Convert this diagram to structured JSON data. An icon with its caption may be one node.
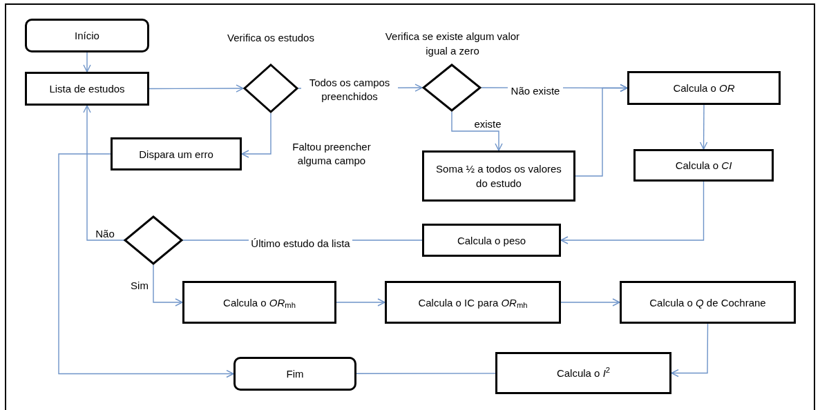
{
  "diagram": {
    "nodes": [
      {
        "text": [
          "Início"
        ]
      },
      {
        "text": [
          "Lista de estudos"
        ]
      },
      {
        "text": [
          "Verifica os estudos"
        ]
      },
      {
        "text": [
          "Dispara um erro"
        ]
      },
      {
        "text": [
          "Verifica se existe algum valor igual a zero"
        ]
      },
      {
        "text": [
          "Soma ½ a todos os valores do estudo"
        ]
      },
      {
        "text": [
          "Calcula o *OR*"
        ]
      },
      {
        "text": [
          "Calcula o *CI*"
        ]
      },
      {
        "text": [],
        "shape": "diamond"
      },
      {
        "text": [
          "Calcula o peso"
        ]
      },
      {
        "text": [
          "Calcula o *OR*$_{mh}$"
        ]
      },
      {
        "text": [
          "Calcula o IC para *OR*$_{mh}$"
        ]
      },
      {
        "text": [
          "Calcula o *Q* de Cochrane"
        ]
      },
      {
        "text": [
          "Calcula o *I*$^{2}$"
        ]
      },
      {
        "text": [
          "Fim"
        ]
      }
    ],
    "edges": [
      {
        "from": 0,
        "to": 1,
        "arrow": "to"
      },
      {
        "from": 1,
        "to": 2,
        "arrow": "to"
      },
      {
        "from": 2,
        "to": 4,
        "arrow": "to",
        "label": "Todos os campos preenchidos"
      },
      {
        "from": 2,
        "to": 3,
        "arrow": "to",
        "label": "Faltou preencher alguma campo"
      },
      {
        "from": 4,
        "to": 6,
        "arrow": "to",
        "label": "Não existe"
      },
      {
        "from": 4,
        "to": 5,
        "arrow": "to",
        "label": "existe"
      },
      {
        "from": 5,
        "to": 6,
        "arrow": "to"
      },
      {
        "from": 6,
        "to": 7,
        "arrow": "to"
      },
      {
        "from": 7,
        "to": 9,
        "arrow": "to"
      },
      {
        "from": 9,
        "to": 8,
        "arrow": "to",
        "label": "Último estudo da lista"
      },
      {
        "from": 8,
        "to": 1,
        "arrow": "to",
        "label": "Não"
      },
      {
        "from": 8,
        "to": 10,
        "arrow": "to",
        "label": "Sim"
      },
      {
        "from": 10,
        "to": 11,
        "arrow": "to"
      },
      {
        "from": 11,
        "to": 12,
        "arrow": "to"
      },
      {
        "from": 12,
        "to": 13,
        "arrow": "to"
      },
      {
        "from": 13,
        "to": 14,
        "arrow": "to"
      },
      {
        "from": 3,
        "to": 14,
        "arrow": "to"
      }
    ]
  }
}
